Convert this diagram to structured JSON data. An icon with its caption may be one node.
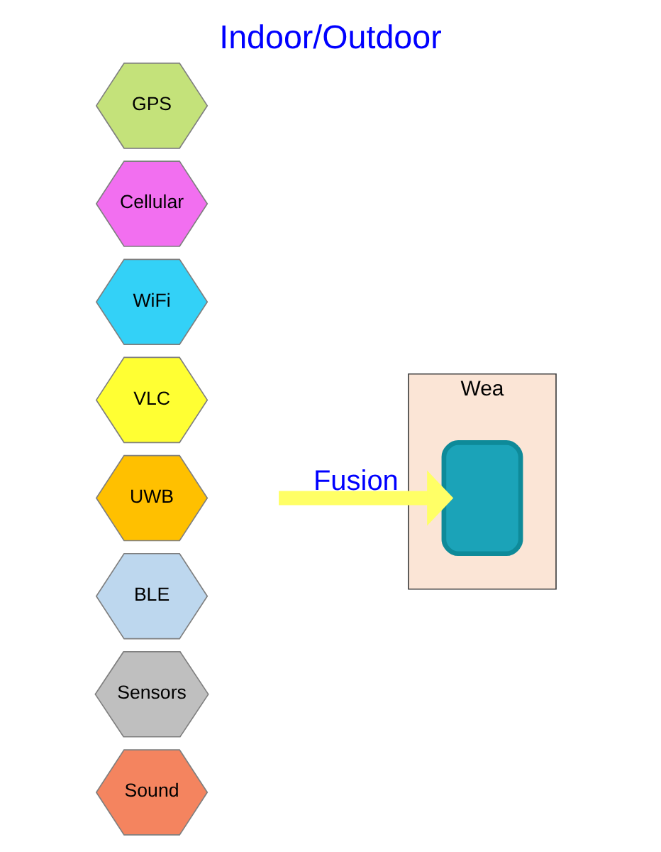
{
  "diagram": {
    "title": "Indoor/Outdoor",
    "nodes": [
      {
        "text": [
          "GPS"
        ]
      },
      {
        "text": [
          "Cellular"
        ]
      },
      {
        "text": [
          "WiFi"
        ]
      },
      {
        "text": [
          "VLC"
        ]
      },
      {
        "text": [
          "UWB"
        ]
      },
      {
        "text": [
          "BLE"
        ]
      },
      {
        "text": [
          "Sensors"
        ]
      },
      {
        "text": [
          "Sound"
        ]
      },
      {
        "text": [
          "Wea"
        ]
      },
      {
        "text": [],
        "shape": "box",
        "in": 8
      }
    ],
    "edges": [
      {
        "from": null,
        "to": 9,
        "arrow": "to",
        "label": "Fusion",
        "color": "#ffff66"
      }
    ]
  }
}
